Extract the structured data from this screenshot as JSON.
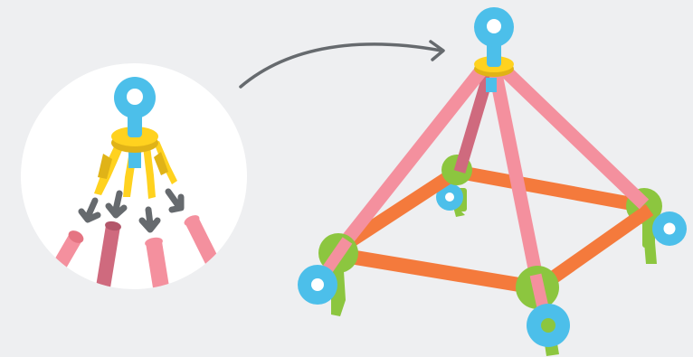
{
  "illustration": {
    "subject": "pyramid-construction-kit",
    "parts": [
      "connector-hub",
      "connector-clip",
      "stick",
      "eye-pin"
    ],
    "colors": {
      "background": "#eeeff1",
      "circle": "#ffffff",
      "hub": "#ffd21f",
      "hub_shade": "#e0b317",
      "pin": "#4cbfea",
      "pin_hole": "#ffffff",
      "stick_pink": "#f4909e",
      "stick_pink_end": "#e57482",
      "stick_dark": "#cf6a7e",
      "stick_dark_end": "#b3566a",
      "stick_orange": "#f47a3c",
      "green": "#8cc63f",
      "green_dark": "#6fa52f",
      "arrow": "#666a6e"
    }
  }
}
